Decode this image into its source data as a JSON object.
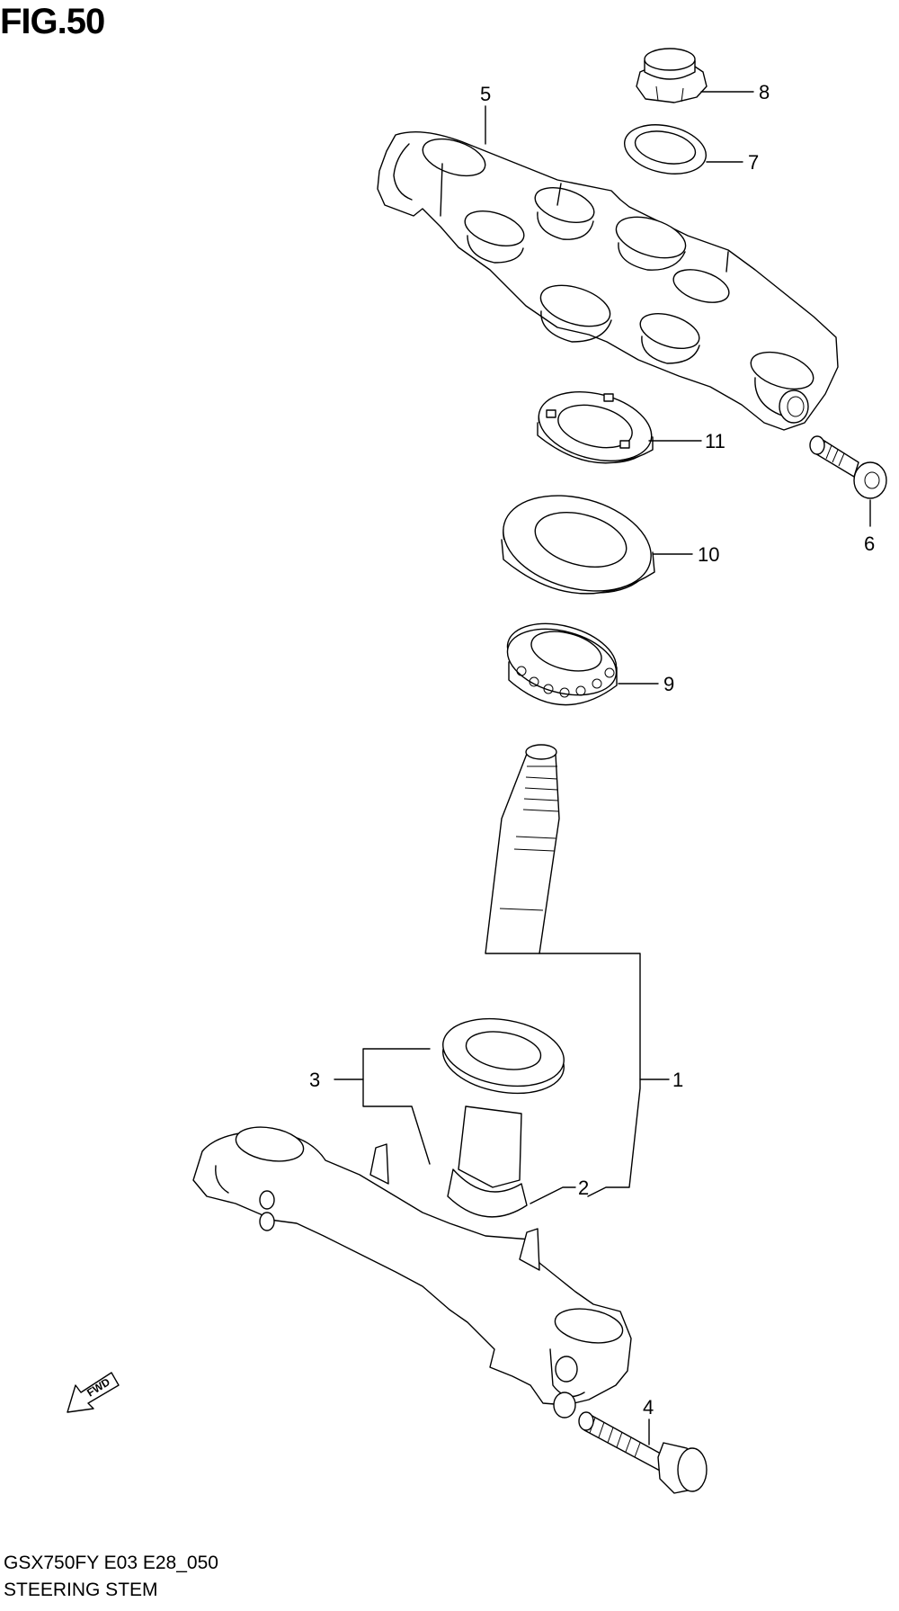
{
  "figure_label": "FIG.50",
  "model_code": "GSX750FY E03 E28_050",
  "section_title": "STEERING STEM",
  "fwd_label": "FWD",
  "callouts": [
    {
      "id": "1",
      "part": "steering-stem"
    },
    {
      "id": "2",
      "part": "seal"
    },
    {
      "id": "3",
      "part": "dust-seal"
    },
    {
      "id": "4",
      "part": "lower-bracket-bolt"
    },
    {
      "id": "5",
      "part": "upper-bracket"
    },
    {
      "id": "6",
      "part": "upper-bracket-bolt"
    },
    {
      "id": "7",
      "part": "washer"
    },
    {
      "id": "8",
      "part": "stem-head-nut"
    },
    {
      "id": "9",
      "part": "steering-bearing"
    },
    {
      "id": "10",
      "part": "dust-seal-ring"
    },
    {
      "id": "11",
      "part": "lock-nut"
    }
  ]
}
